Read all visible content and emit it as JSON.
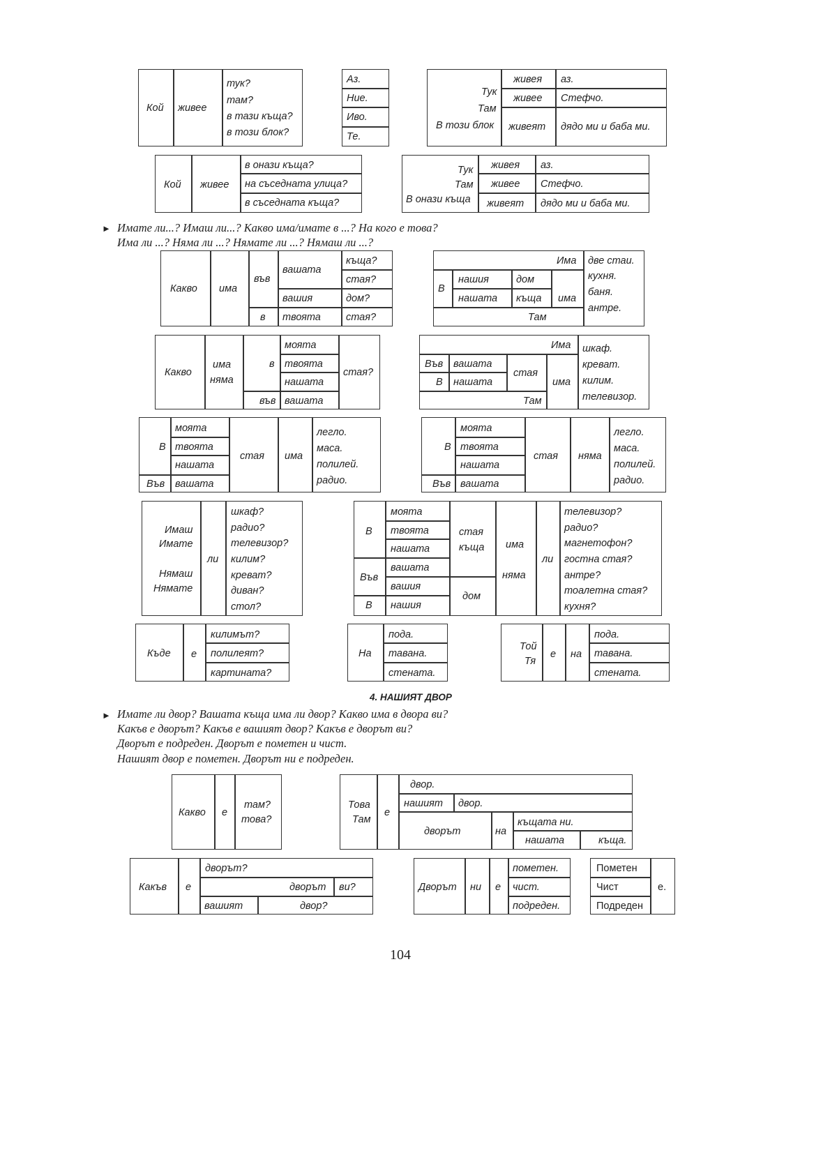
{
  "t1": {
    "a": "Кой",
    "b": "живее",
    "c": [
      "тук?",
      "там?",
      "в тази къща?",
      "в този блок?"
    ]
  },
  "t2": {
    "rows": [
      "Аз.",
      "Ние.",
      "Иво.",
      "Те."
    ]
  },
  "t3": {
    "left": [
      "Тук",
      "Там",
      "В този блок"
    ],
    "verbs": [
      "живея",
      "живее",
      "живеят"
    ],
    "subj": [
      "аз.",
      "Стефчо.",
      "дядо ми и баба ми."
    ]
  },
  "t4": {
    "a": "Кой",
    "b": "живее",
    "c": [
      "в онази къща?",
      "на съседната улица?",
      "в съседната къща?"
    ]
  },
  "t5": {
    "left": [
      "Тук",
      "Там",
      "В онази къща"
    ],
    "verbs": [
      "живея",
      "живее",
      "живеят"
    ],
    "subj": [
      "аз.",
      "Стефчо.",
      "дядо ми и баба ми."
    ]
  },
  "prompt1": {
    "line1": "Имате ли...? Имаш ли...? Какво има/имате в ...? На кого е това?",
    "line2": "Има ли ...? Няма ли ...? Нямате ли ...? Нямаш ли ...?"
  },
  "t6": {
    "a": "Какво",
    "b": "има",
    "c1": "във",
    "c2": "в",
    "d": [
      "вашата",
      "вашия",
      "твоята"
    ],
    "e": [
      "къща?",
      "стая?",
      "дом?",
      "стая?"
    ]
  },
  "t7": {
    "top": "Има",
    "v": "В",
    "d": [
      "нашия",
      "нашата"
    ],
    "e": [
      "дом",
      "къща"
    ],
    "f": "има",
    "bottom": "Там",
    "g": [
      "две стаи.",
      "кухня.",
      "баня.",
      "антре."
    ]
  },
  "t8": {
    "a": "Какво",
    "b": [
      "има",
      "няма"
    ],
    "c1": "в",
    "c2": "във",
    "d": [
      "моята",
      "твоята",
      "нашата",
      "вашата"
    ],
    "e": "стая?"
  },
  "t9": {
    "top": "Има",
    "v": [
      "Във",
      "В"
    ],
    "d": [
      "вашата",
      "нашата"
    ],
    "e": "стая",
    "f": "има",
    "bottom": "Там",
    "g": [
      "шкаф.",
      "креват.",
      "килим.",
      "телевизор."
    ]
  },
  "t10": {
    "v": [
      "В",
      "Във"
    ],
    "d": [
      "моята",
      "твоята",
      "нашата",
      "вашата"
    ],
    "e": "стая",
    "f": "има",
    "g": [
      "легло.",
      "маса.",
      "полилей.",
      "радио."
    ]
  },
  "t11": {
    "v": [
      "В",
      "Във"
    ],
    "d": [
      "моята",
      "твоята",
      "нашата",
      "вашата"
    ],
    "e": "стая",
    "f": "няма",
    "g": [
      "легло.",
      "маса.",
      "полилей.",
      "радио."
    ]
  },
  "t12": {
    "a": [
      "Имаш",
      "Имате",
      "Нямаш",
      "Нямате"
    ],
    "b": "ли",
    "c": [
      "шкаф?",
      "радио?",
      "телевизор?",
      "килим?",
      "креват?",
      "диван?",
      "стол?"
    ]
  },
  "t13": {
    "v": [
      "В",
      "Във",
      "В"
    ],
    "d": [
      "моята",
      "твоята",
      "нашата",
      "вашата",
      "вашия",
      "нашия"
    ],
    "e": [
      "стая",
      "къща"
    ],
    "e2": "дом",
    "f": [
      "има",
      "няма"
    ],
    "g": "ли",
    "h": [
      "телевизор?",
      "радио?",
      "магнетофон?",
      "гостна стая?",
      "антре?",
      "тоалетна стая?",
      "кухня?"
    ]
  },
  "t14": {
    "a": "Къде",
    "b": "е",
    "c": [
      "килимът?",
      "полилеят?",
      "картината?"
    ]
  },
  "t15": {
    "a": "На",
    "c": [
      "пода.",
      "тавана.",
      "стената."
    ]
  },
  "t16": {
    "a": [
      "Той",
      "Тя"
    ],
    "b": "е",
    "c": "на",
    "d": [
      "пода.",
      "тавана.",
      "стената."
    ]
  },
  "heading": "4. НАШИЯТ ДВОР",
  "prompt2": [
    "Имате ли двор? Вашата къща има ли двор? Какво има в двора ви?",
    "Какъв е дворът? Какъв е вашият двор? Какъв е дворът ви?",
    "Дворът е подреден. Дворът е пометен и чист.",
    "Нашият двор е пометен. Дворът ни е подреден."
  ],
  "t17": {
    "a": "Какво",
    "b": "е",
    "c": [
      "там?",
      "това?"
    ]
  },
  "t18": {
    "a": [
      "Това",
      "Там"
    ],
    "b": "е",
    "r1": "двор.",
    "r2a": "нашият",
    "r2b": "двор.",
    "r3a": "дворът",
    "r3b": "на",
    "r3c": "къщата ни.",
    "r4a": "нашата",
    "r4b": "къща."
  },
  "t19": {
    "a": "Какъв",
    "b": "е",
    "r1": "дворът?",
    "r2a": "дворът",
    "r2b": "ви?",
    "r3a": "вашият",
    "r3b": "двор?"
  },
  "t20": {
    "a": "Дворът",
    "b": "ни",
    "c": "е",
    "d": [
      "пометен.",
      "чист.",
      "подреден."
    ]
  },
  "t21": {
    "a": [
      "Пометен",
      "Чист",
      "Подреден"
    ],
    "b": "е."
  },
  "page_number": "104"
}
